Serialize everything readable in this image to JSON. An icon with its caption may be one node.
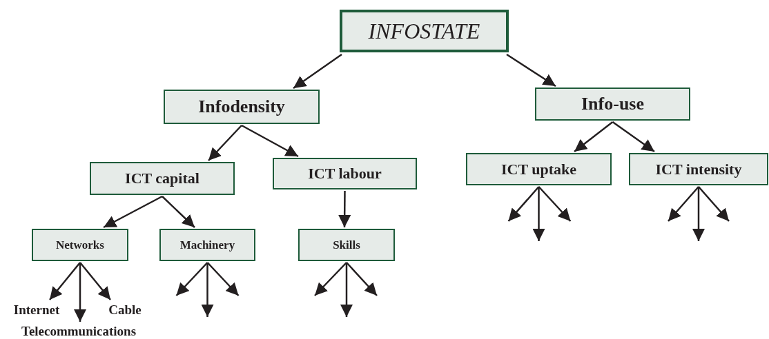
{
  "diagram": {
    "nodes": [
      {
        "text": [
          "INFOSTATE"
        ]
      },
      {
        "text": [
          "Infodensity"
        ]
      },
      {
        "text": [
          "Info-use"
        ]
      },
      {
        "text": [
          "ICT capital"
        ]
      },
      {
        "text": [
          "ICT labour"
        ]
      },
      {
        "text": [
          "ICT uptake"
        ]
      },
      {
        "text": [
          "ICT intensity"
        ]
      },
      {
        "text": [
          "Networks"
        ]
      },
      {
        "text": [
          "Machinery"
        ]
      },
      {
        "text": [
          "Skills"
        ]
      },
      {
        "text": [
          "Internet"
        ]
      },
      {
        "text": [
          "Telecommunications"
        ]
      },
      {
        "text": [
          "Cable"
        ]
      }
    ],
    "edges": [
      {
        "from": 0,
        "to": 1,
        "arrow": "to"
      },
      {
        "from": 0,
        "to": 2,
        "arrow": "to"
      },
      {
        "from": 1,
        "to": 3,
        "arrow": "to"
      },
      {
        "from": 1,
        "to": 4,
        "arrow": "to"
      },
      {
        "from": 2,
        "to": 5,
        "arrow": "to"
      },
      {
        "from": 2,
        "to": 6,
        "arrow": "to"
      },
      {
        "from": 3,
        "to": 7,
        "arrow": "to"
      },
      {
        "from": 3,
        "to": 8,
        "arrow": "to"
      },
      {
        "from": 4,
        "to": 9,
        "arrow": "to"
      },
      {
        "from": 7,
        "to": 10,
        "arrow": "to"
      },
      {
        "from": 7,
        "to": 11,
        "arrow": "to"
      },
      {
        "from": 7,
        "to": 12,
        "arrow": "to"
      },
      {
        "from": 8,
        "to": null,
        "arrow": "to"
      },
      {
        "from": 8,
        "to": null,
        "arrow": "to"
      },
      {
        "from": 8,
        "to": null,
        "arrow": "to"
      },
      {
        "from": 9,
        "to": null,
        "arrow": "to"
      },
      {
        "from": 9,
        "to": null,
        "arrow": "to"
      },
      {
        "from": 9,
        "to": null,
        "arrow": "to"
      },
      {
        "from": 5,
        "to": null,
        "arrow": "to"
      },
      {
        "from": 5,
        "to": null,
        "arrow": "to"
      },
      {
        "from": 5,
        "to": null,
        "arrow": "to"
      },
      {
        "from": 6,
        "to": null,
        "arrow": "to"
      },
      {
        "from": 6,
        "to": null,
        "arrow": "to"
      },
      {
        "from": 6,
        "to": null,
        "arrow": "to"
      }
    ]
  }
}
